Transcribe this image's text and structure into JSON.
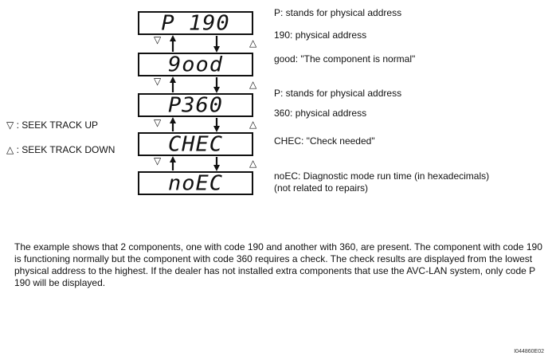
{
  "displays": [
    "P 190",
    "9ood",
    "P360",
    "CHEC",
    "noEC"
  ],
  "notes": {
    "p_physical_1": "P: stands for physical address",
    "physical_190": "190: physical address",
    "good": "good: \"The component is normal\"",
    "p_physical_2": "P: stands for physical address",
    "physical_360": "360: physical address",
    "chec": "CHEC: \"Check needed\"",
    "noec_line1": "noEC: Diagnostic mode run time (in hexadecimals)",
    "noec_line2": "(not related to repairs)"
  },
  "legend": {
    "up_symbol": "▽",
    "up_label": ": SEEK TRACK UP",
    "down_symbol": "△",
    "down_label": ": SEEK TRACK DOWN"
  },
  "transition_symbols": {
    "up": "▽",
    "down": "△"
  },
  "description": "The example shows that 2 components, one with code 190 and another with 360, are present. The component with code 190 is functioning normally but the component with code 360 requires a check. The check results are displayed from the lowest physical address to the highest. If the dealer has not installed extra components that use the AVC-LAN system, only code P 190 will be displayed.",
  "image_id": "I044860E02"
}
